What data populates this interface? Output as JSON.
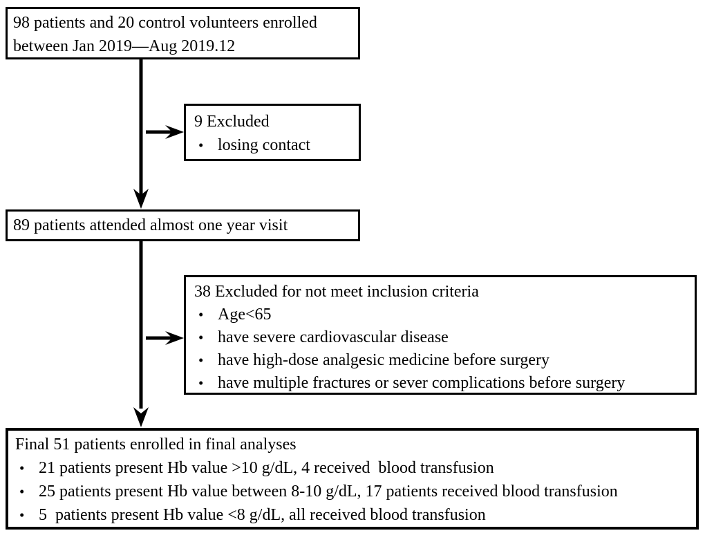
{
  "bullet_char": "•",
  "colors": {
    "line": "#000000",
    "text": "#000000",
    "background": "#ffffff"
  },
  "boxes": {
    "enrollment": {
      "lines": [
        "98 patients and 20 control volunteers enrolled",
        "between Jan 2019—Aug 2019.12"
      ]
    },
    "excluded9": {
      "title": "9 Excluded",
      "bullets": [
        "losing contact"
      ]
    },
    "visit": {
      "text": "89 patients attended almost one year visit"
    },
    "excluded38": {
      "title": "38 Excluded for not meet inclusion criteria",
      "bullets": [
        "Age<65",
        "have severe cardiovascular disease",
        "have high-dose analgesic medicine before surgery",
        "have multiple fractures or sever complications before surgery"
      ]
    },
    "final": {
      "title": "Final 51 patients enrolled in final analyses",
      "bullets": [
        "21 patients present Hb value >10 g/dL, 4 received  blood transfusion",
        "25 patients present Hb value between 8-10 g/dL, 17 patients received blood transfusion",
        "5  patients present Hb value <8 g/dL, all received blood transfusion"
      ]
    }
  }
}
